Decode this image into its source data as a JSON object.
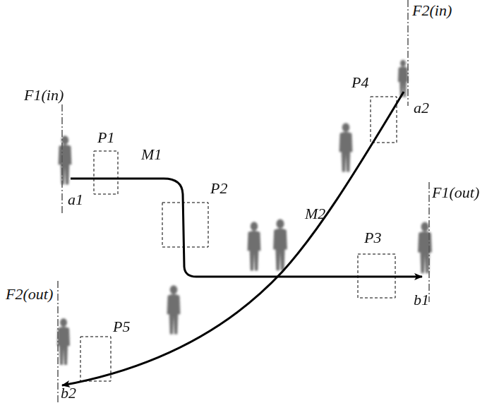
{
  "diagram": {
    "labels": [
      "F1(in)",
      "F2(in)",
      "F1(out)",
      "F2(out)",
      "a1",
      "a2",
      "b1",
      "b2",
      "M1",
      "M2",
      "P1",
      "P2",
      "P3",
      "P4",
      "P5"
    ]
  }
}
